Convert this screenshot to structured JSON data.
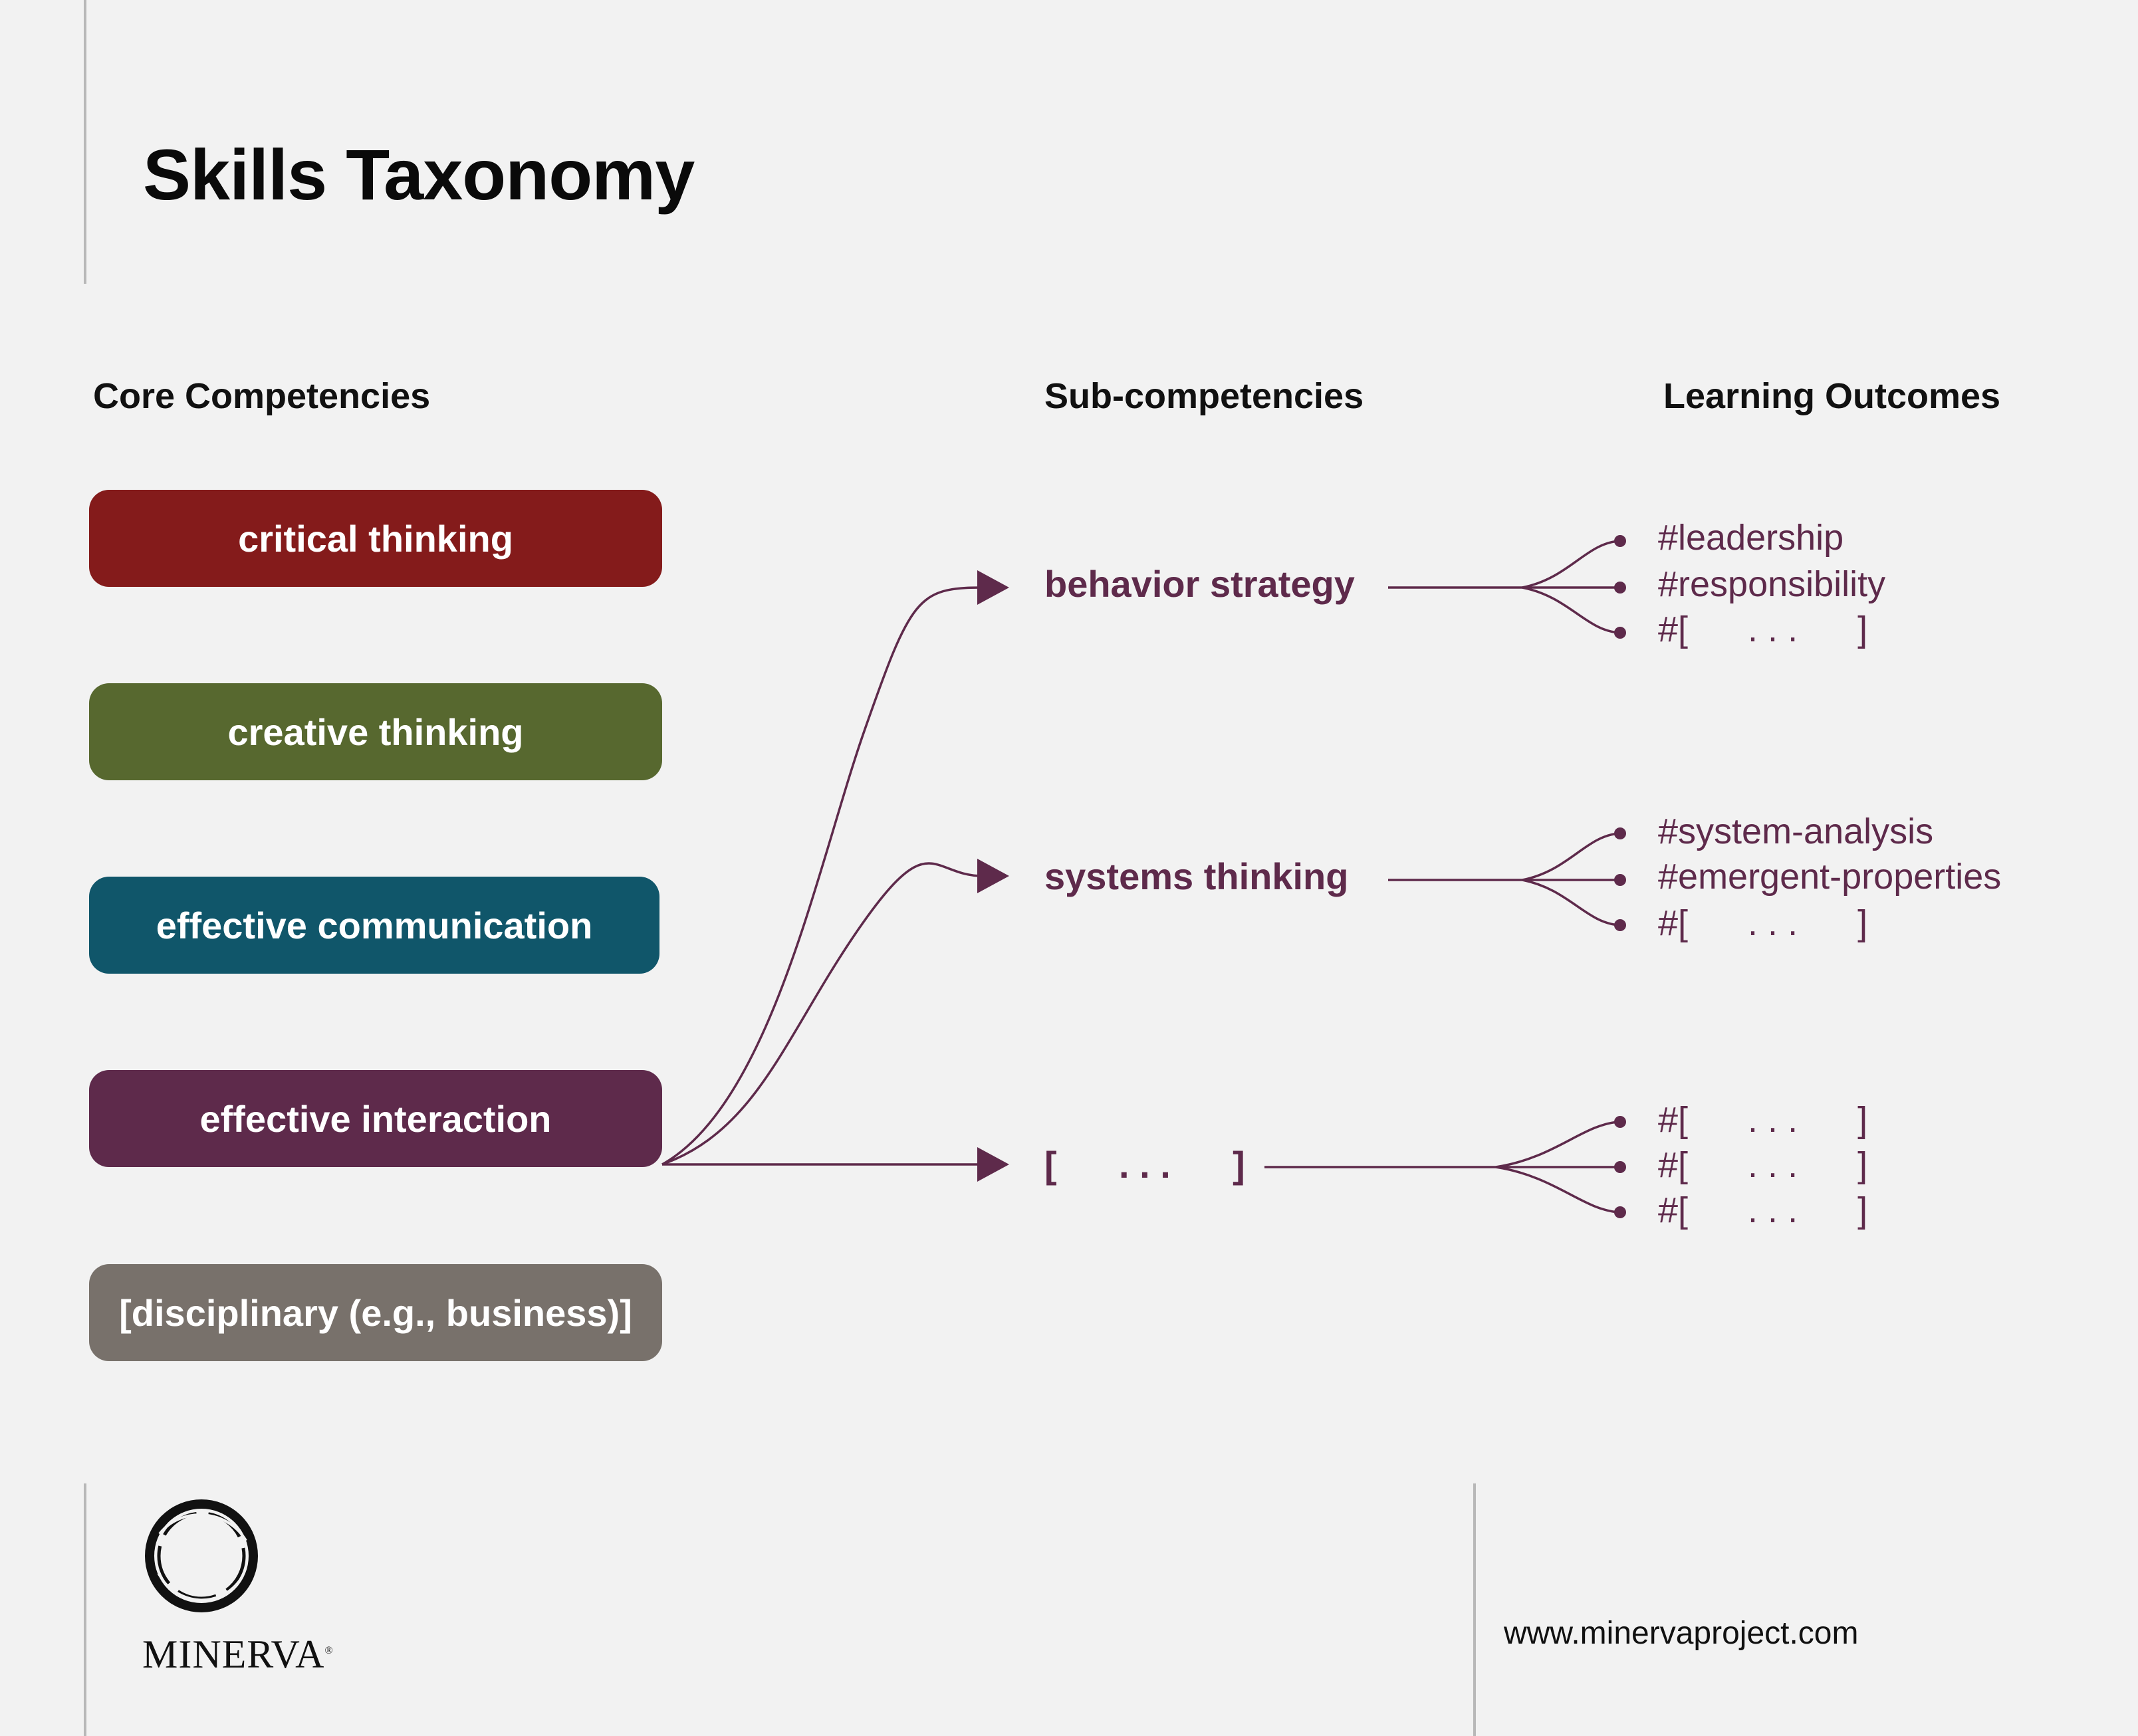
{
  "title": "Skills Taxonomy",
  "columns": {
    "core": "Core Competencies",
    "sub": "Sub-competencies",
    "outcomes": "Learning Outcomes"
  },
  "core_competencies": [
    {
      "label": "critical thinking",
      "color": "#841b1b"
    },
    {
      "label": "creative thinking",
      "color": "#57682f"
    },
    {
      "label": "effective communication",
      "color": "#10566a"
    },
    {
      "label": "effective interaction",
      "color": "#5e2a4b"
    },
    {
      "label": "[disciplinary (e.g., business)]",
      "color": "#78716b"
    }
  ],
  "sub_competencies": [
    {
      "label": "behavior strategy",
      "outcomes": [
        "#leadership",
        "#responsibility",
        "#[      . . .      ]"
      ]
    },
    {
      "label": "systems thinking",
      "outcomes": [
        "#system-analysis",
        "#emergent-properties",
        "#[      . . .      ]"
      ]
    },
    {
      "label": "[      . . .      ]",
      "outcomes": [
        "#[      . . .      ]",
        "#[      . . .      ]",
        "#[      . . .      ]"
      ]
    }
  ],
  "accent_color": "#5e2a4b",
  "footer": {
    "brand": "MINERVA",
    "brand_mark": "®",
    "url": "www.minervaproject.com"
  }
}
